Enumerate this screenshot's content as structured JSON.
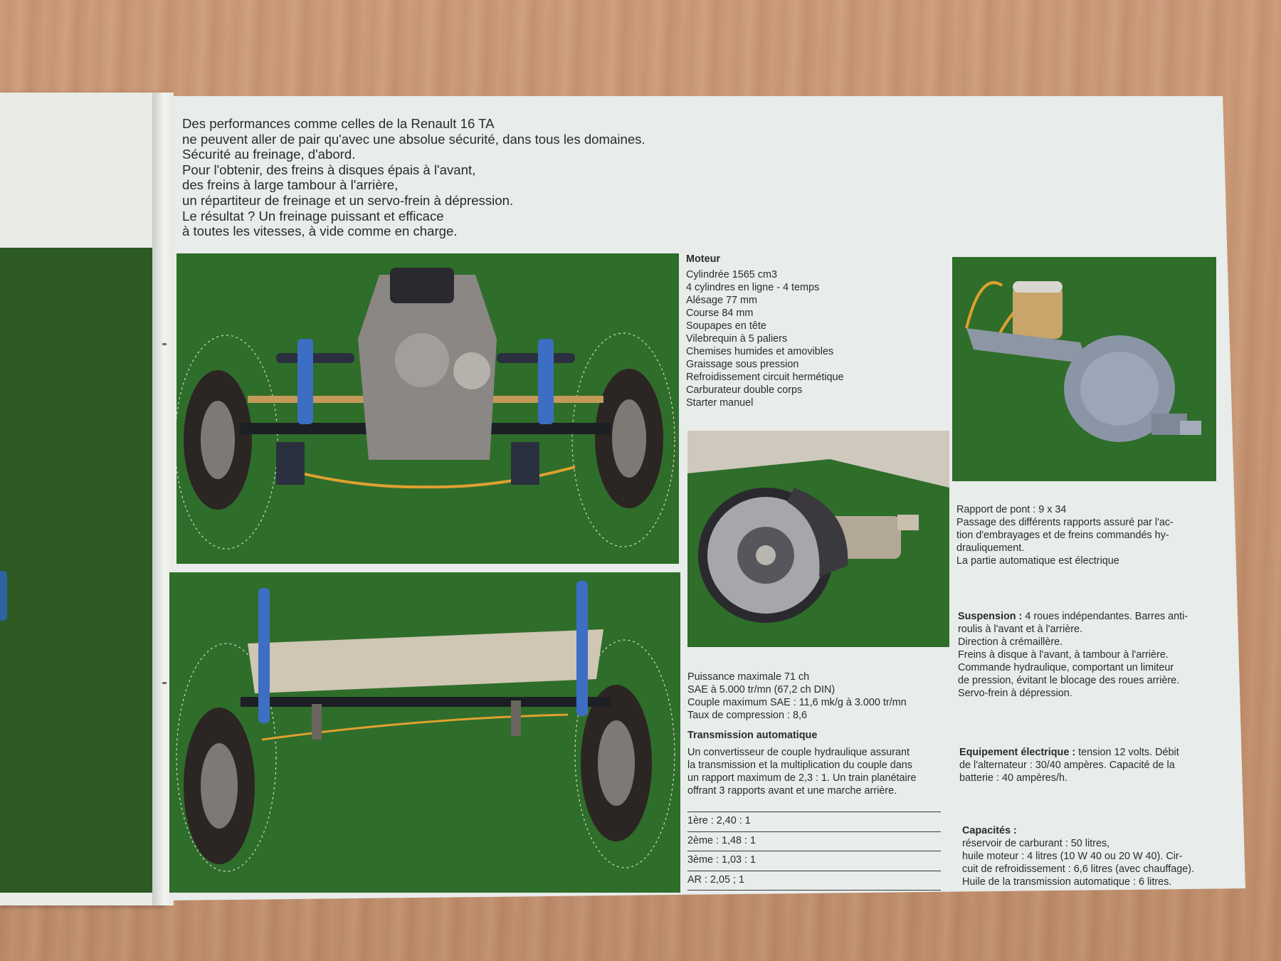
{
  "intro": [
    "Des performances comme celles de la Renault 16 TA",
    "ne peuvent aller de pair qu'avec une absolue sécurité, dans tous les domaines.",
    "Sécurité au freinage, d'abord.",
    "Pour l'obtenir, des freins à disques épais à l'avant,",
    "des freins à large tambour à l'arrière,",
    "un répartiteur de freinage et un servo-frein à dépression.",
    "Le résultat ? Un freinage puissant et efficace",
    "à toutes les vitesses, à vide comme en charge."
  ],
  "moteur": {
    "heading": "Moteur",
    "lines": [
      "Cylindrée 1565 cm3",
      "4 cylindres en ligne - 4 temps",
      "Alésage 77 mm",
      "Course 84 mm",
      "Soupapes en tête",
      "Vilebrequin à 5 paliers",
      "Chemises humides et amovibles",
      "Graissage sous pression",
      "Refroidissement circuit hermétique",
      "Carburateur double corps",
      "Starter manuel"
    ]
  },
  "puissance": {
    "lines": [
      "Puissance maximale 71 ch",
      "SAE à 5.000 tr/mn (67,2 ch DIN)",
      "Couple maximum SAE : 11,6 mk/g à 3.000 tr/mn",
      "Taux de compression : 8,6"
    ]
  },
  "transmission": {
    "heading": "Transmission automatique",
    "lines": [
      "Un convertisseur de couple hydraulique assurant",
      "la transmission et la multiplication du couple dans",
      "un rapport maximum de 2,3 : 1. Un train planétaire",
      "offrant 3 rapports avant et une marche arrière."
    ],
    "ratios": [
      "1ère   : 2,40 : 1",
      "2ème : 1,48 : 1",
      "3ème : 1,03 : 1",
      "AR     : 2,05 ; 1"
    ]
  },
  "pont": {
    "lines": [
      "Rapport de pont : 9 x 34",
      "Passage des différents rapports assuré par l'ac-",
      "tion d'embrayages et de freins commandés hy-",
      "drauliquement.",
      "La partie automatique est électrique"
    ]
  },
  "suspension": {
    "heading": "Suspension :",
    "first_line_rest": " 4 roues indépendantes. Barres anti-",
    "lines": [
      "roulis à l'avant et à l'arrière.",
      "Direction à crémaillère.",
      "Freins à disque à l'avant, à tambour à l'arrière.",
      "Commande hydraulique, comportant un limiteur",
      "de pression, évitant le blocage des roues arrière.",
      "Servo-frein à dépression."
    ]
  },
  "electrique": {
    "heading": "Equipement électrique :",
    "first_line_rest": " tension 12 volts. Débit",
    "lines": [
      "de l'alternateur : 30/40 ampères. Capacité de la",
      "batterie : 40 ampères/h."
    ]
  },
  "capacites": {
    "heading": "Capacités :",
    "lines": [
      "réservoir de carburant : 50 litres,",
      "huile moteur : 4 litres (10 W 40 ou 20 W 40). Cir-",
      "cuit de refroidissement : 6,6 litres (avec chauffage).",
      "Huile de la transmission automatique : 6 litres."
    ]
  },
  "colors": {
    "page": "#e8ecea",
    "illustration_green": "#2f6d2a",
    "brake_line": "#e0a030",
    "shock_blue": "#3d6ec4"
  }
}
